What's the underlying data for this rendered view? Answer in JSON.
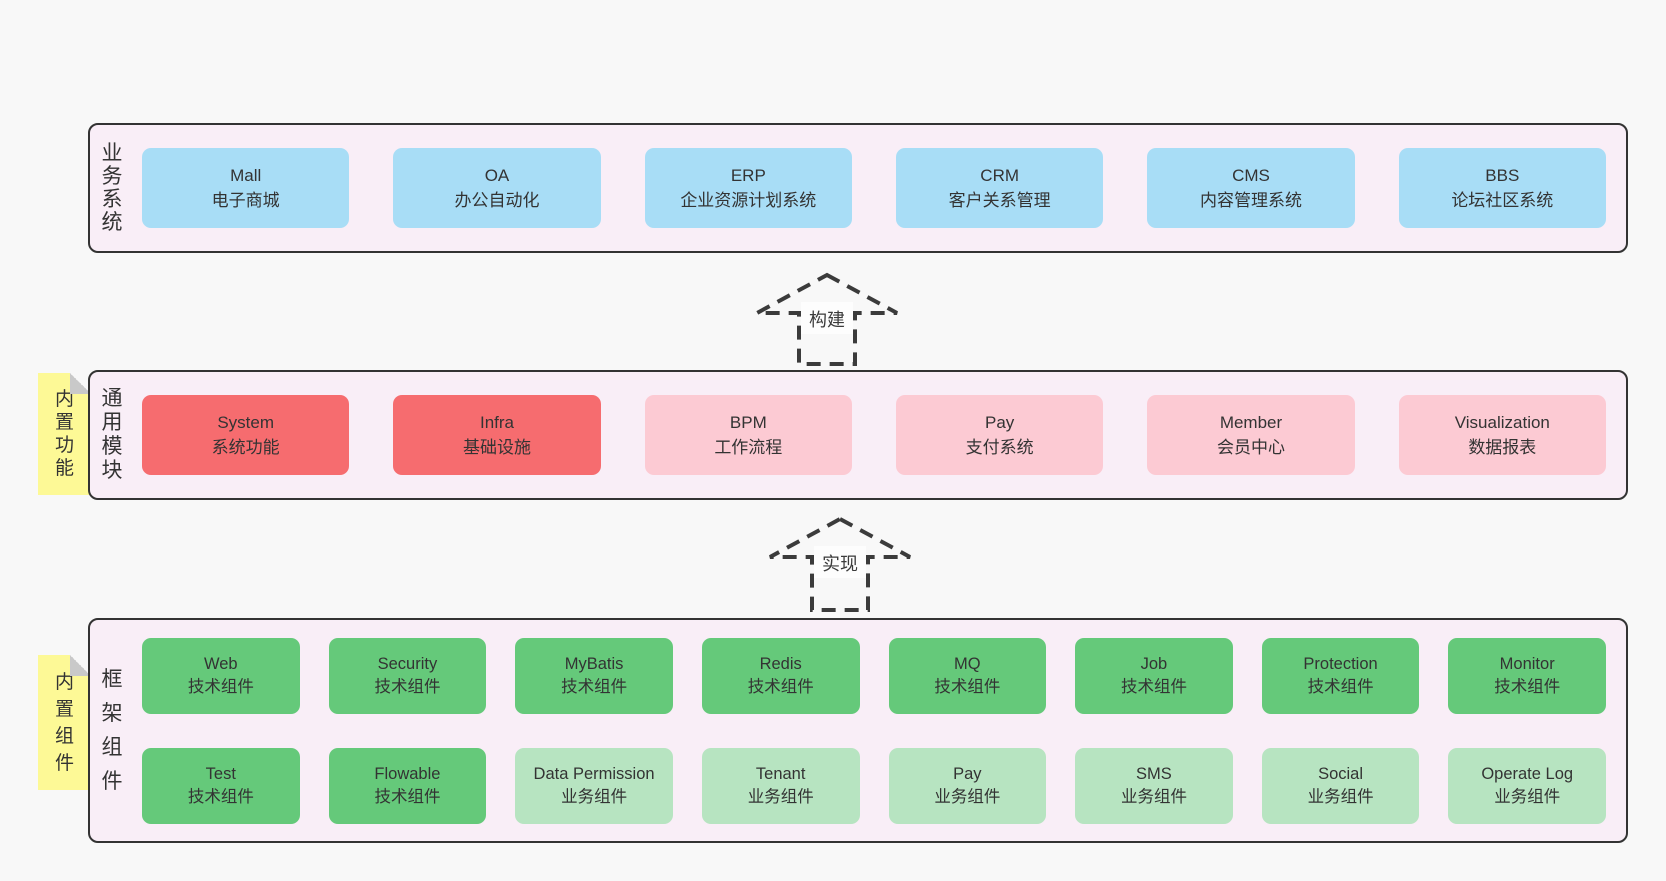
{
  "palette": {
    "page_bg": "#f8f8f8",
    "container_bg": "#f9eef7",
    "container_border": "#333333",
    "blue_box": "#a8ddf6",
    "red_box": "#f66c6f",
    "pink_box": "#fccad3",
    "green_box": "#65c97a",
    "light_green_box": "#b7e4c1",
    "sticky_tab": "#fdf996",
    "fold_gray": "#c9c9c9",
    "text": "#333333"
  },
  "arrows": {
    "build_label": "构建",
    "implement_label": "实现"
  },
  "sections": {
    "business": {
      "side_label": "业务系统",
      "boxes": [
        {
          "title": "Mall",
          "subtitle": "电子商城"
        },
        {
          "title": "OA",
          "subtitle": "办公自动化"
        },
        {
          "title": "ERP",
          "subtitle": "企业资源计划系统"
        },
        {
          "title": "CRM",
          "subtitle": "客户关系管理"
        },
        {
          "title": "CMS",
          "subtitle": "内容管理系统"
        },
        {
          "title": "BBS",
          "subtitle": "论坛社区系统"
        }
      ]
    },
    "modules": {
      "side_label": "通用模块",
      "tab_label": "内置功能",
      "boxes": [
        {
          "title": "System",
          "subtitle": "系统功能"
        },
        {
          "title": "Infra",
          "subtitle": "基础设施"
        },
        {
          "title": "BPM",
          "subtitle": "工作流程"
        },
        {
          "title": "Pay",
          "subtitle": "支付系统"
        },
        {
          "title": "Member",
          "subtitle": "会员中心"
        },
        {
          "title": "Visualization",
          "subtitle": "数据报表"
        }
      ]
    },
    "components": {
      "side_label": "框架组件",
      "tab_label": "内置组件",
      "row1": [
        {
          "title": "Web",
          "subtitle": "技术组件"
        },
        {
          "title": "Security",
          "subtitle": "技术组件"
        },
        {
          "title": "MyBatis",
          "subtitle": "技术组件"
        },
        {
          "title": "Redis",
          "subtitle": "技术组件"
        },
        {
          "title": "MQ",
          "subtitle": "技术组件"
        },
        {
          "title": "Job",
          "subtitle": "技术组件"
        },
        {
          "title": "Protection",
          "subtitle": "技术组件"
        },
        {
          "title": "Monitor",
          "subtitle": "技术组件"
        }
      ],
      "row2": [
        {
          "title": "Test",
          "subtitle": "技术组件"
        },
        {
          "title": "Flowable",
          "subtitle": "技术组件"
        },
        {
          "title": "Data Permission",
          "subtitle": "业务组件"
        },
        {
          "title": "Tenant",
          "subtitle": "业务组件"
        },
        {
          "title": "Pay",
          "subtitle": "业务组件"
        },
        {
          "title": "SMS",
          "subtitle": "业务组件"
        },
        {
          "title": "Social",
          "subtitle": "业务组件"
        },
        {
          "title": "Operate Log",
          "subtitle": "业务组件"
        }
      ]
    }
  }
}
